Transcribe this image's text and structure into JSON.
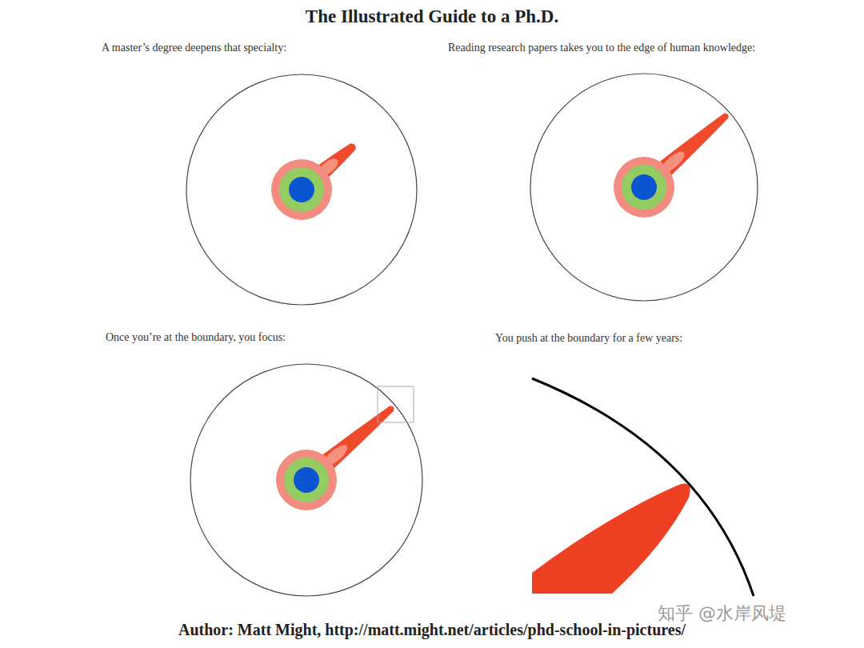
{
  "diagram": {
    "title": "The Illustrated Guide to a Ph.D.",
    "caption": "Author: Matt Might, http://matt.might.net/articles/phd-school-in-pictures/",
    "labels": [
      "A master’s degree deepens that specialty:",
      "Reading research papers takes you to the edge of human knowledge:",
      "Once you’re at the boundary, you focus:",
      "You push at the boundary for a few years:",
      "知乎 @水岸风堤"
    ]
  }
}
